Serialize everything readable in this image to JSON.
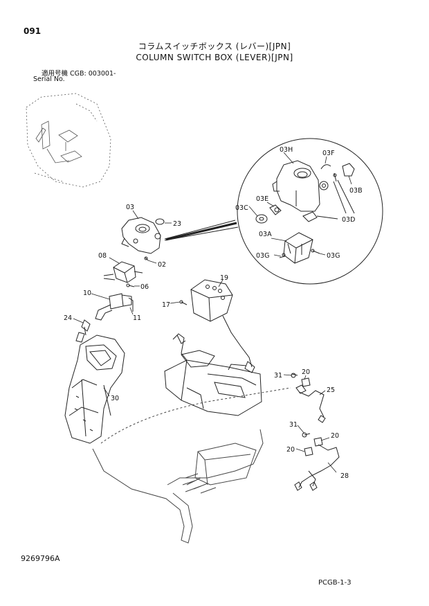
{
  "header": {
    "page_number": "091",
    "title_jp": "コラムスイッチボックス (レバー)[JPN]",
    "title_en": "COLUMN SWITCH BOX (LEVER)[JPN]",
    "serial_jp": "適用号機  CGB: 003001-",
    "serial_en": "Serial No."
  },
  "footer": {
    "illustration_number": "9269796A",
    "page_code": "PCGB-1-3"
  },
  "callouts": {
    "p03": "03",
    "p23": "23",
    "p08": "08",
    "p02": "02",
    "p06": "06",
    "p10": "10",
    "p11": "11",
    "p24": "24",
    "p17": "17",
    "p19": "19",
    "p30": "30",
    "p31a": "31",
    "p20a": "20",
    "p25": "25",
    "p31b": "31",
    "p20b": "20",
    "p20c": "20",
    "p28": "28"
  },
  "detail_callouts": {
    "d03H": "03H",
    "d03F": "03F",
    "d03B": "03B",
    "d03E": "03E",
    "d03C": "03C",
    "d03D": "03D",
    "d03A": "03A",
    "d03G1": "03G",
    "d03G2": "03G"
  }
}
